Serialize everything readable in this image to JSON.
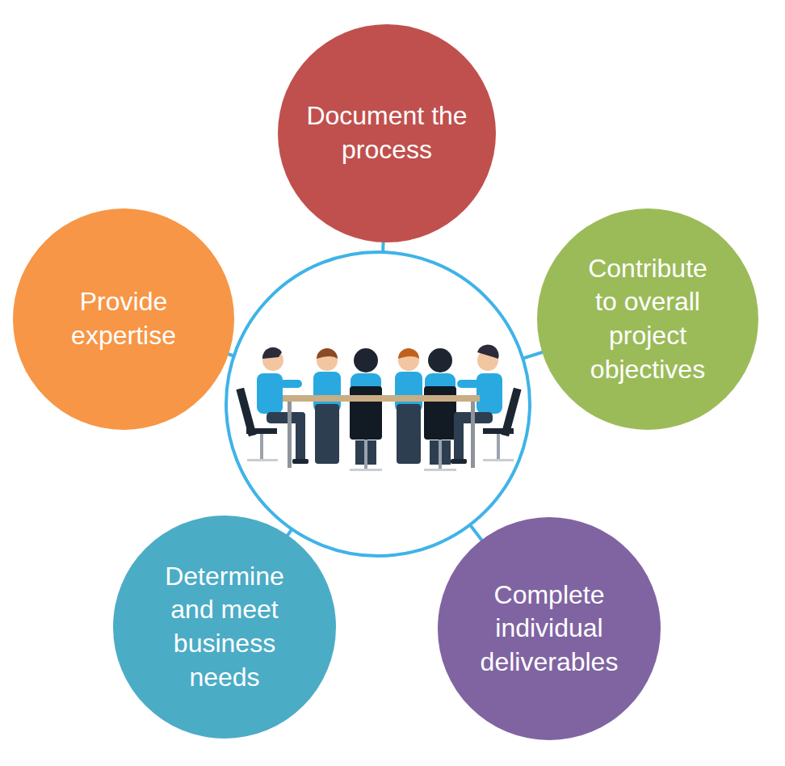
{
  "diagram": {
    "nodes": [
      {
        "text": [
          "Document the process"
        ]
      },
      {
        "text": [
          "Provide expertise"
        ]
      },
      {
        "text": [
          "Contribute to overall project objectives"
        ]
      },
      {
        "text": [
          "Determine and meet business needs"
        ]
      },
      {
        "text": [
          "Complete individual deliverables"
        ]
      }
    ]
  }
}
